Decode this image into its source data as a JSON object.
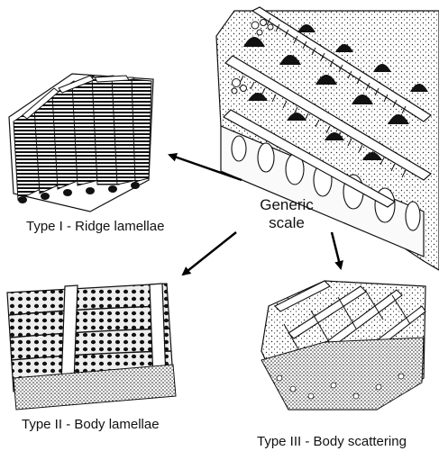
{
  "diagram": {
    "center": {
      "line1": "Generic",
      "line2": "scale"
    },
    "types": [
      {
        "id": "type1",
        "label": "Type I - Ridge lamellae"
      },
      {
        "id": "type2",
        "label": "Type II - Body lamellae"
      },
      {
        "id": "type3",
        "label": "Type III - Body scattering"
      }
    ]
  }
}
